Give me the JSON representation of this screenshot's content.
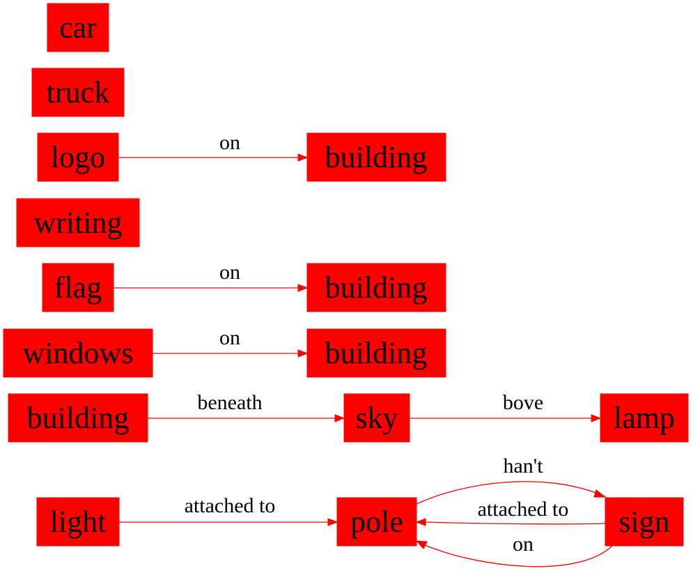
{
  "colors": {
    "node_fill": "#ff0000",
    "edge": "#ff0000",
    "text": "#000000"
  },
  "nodes": {
    "car": "car",
    "truck": "truck",
    "logo": "logo",
    "building1": "building",
    "writing": "writing",
    "flag": "flag",
    "building2": "building",
    "windows": "windows",
    "building3": "building",
    "building4": "building",
    "sky": "sky",
    "lamp": "lamp",
    "light": "light",
    "pole": "pole",
    "sign": "sign"
  },
  "edges": {
    "logo_building": "on",
    "flag_building": "on",
    "windows_building": "on",
    "building_sky": "beneath",
    "sky_lamp": "bove",
    "light_pole": "attached to",
    "pole_sign": "han't",
    "sign_pole_attached": "attached to",
    "sign_pole_on": "on"
  }
}
